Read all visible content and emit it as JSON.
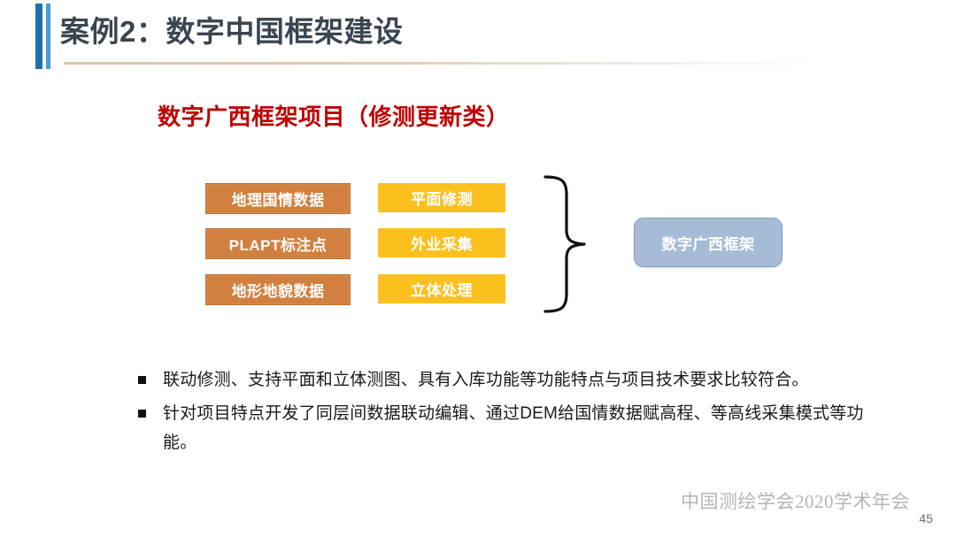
{
  "slide": {
    "title": "案例2：数字中国框架建设",
    "subtitle": "数字广西框架项目（修测更新类）",
    "page_number": "45",
    "footer": "中国测绘学会2020学术年会"
  },
  "colors": {
    "title_text": "#3a4550",
    "title_bar_dark": "#1f6fae",
    "title_bar_light": "#4d9bd1",
    "rule": "#d8c7a6",
    "subtitle_red": "#c00000",
    "chip_orange": "#d2803f",
    "chip_orange_border": "#b9702f",
    "chip_yellow": "#fcc01e",
    "result_fill": "#a6bcd6",
    "result_border": "#7e9ec0",
    "bullet_text": "#1a1a1a",
    "footer_text": "#b5b5b5"
  },
  "diagram": {
    "inputs": [
      {
        "label": "地理国情数据"
      },
      {
        "label": "PLAPT标注点"
      },
      {
        "label": "地形地貌数据"
      }
    ],
    "processes": [
      {
        "label": "平面修测"
      },
      {
        "label": "外业采集"
      },
      {
        "label": "立体处理"
      }
    ],
    "connector": "right-curly-brace",
    "result": {
      "label": "数字广西框架"
    }
  },
  "bullets": [
    {
      "text": "联动修测、支持平面和立体测图、具有入库功能等功能特点与项目技术要求比较符合。"
    },
    {
      "text": "针对项目特点开发了同层间数据联动编辑、通过DEM给国情数据赋高程、等高线采集模式等功能。"
    }
  ]
}
